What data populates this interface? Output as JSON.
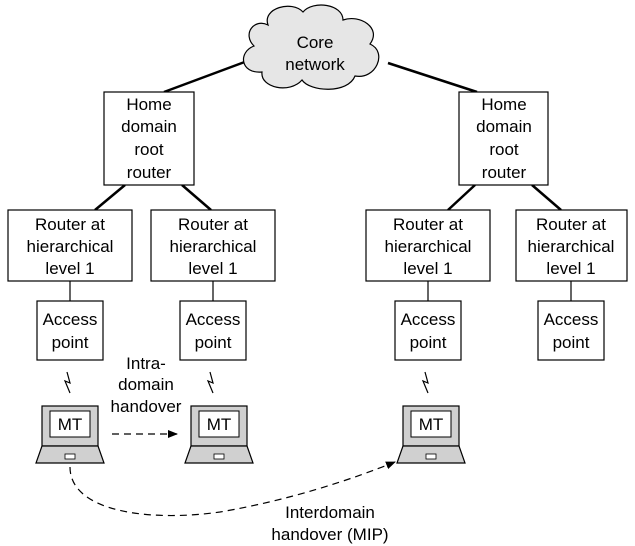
{
  "core": {
    "lines": [
      "Core",
      "network"
    ]
  },
  "home_routers": [
    {
      "lines": [
        "Home",
        "domain",
        "root",
        "router"
      ]
    },
    {
      "lines": [
        "Home",
        "domain",
        "root",
        "router"
      ]
    }
  ],
  "level1_routers": [
    {
      "lines": [
        "Router at",
        "hierarchical",
        "level 1"
      ]
    },
    {
      "lines": [
        "Router at",
        "hierarchical",
        "level 1"
      ]
    },
    {
      "lines": [
        "Router at",
        "hierarchical",
        "level 1"
      ]
    },
    {
      "lines": [
        "Router at",
        "hierarchical",
        "level 1"
      ]
    }
  ],
  "access_points": [
    {
      "lines": [
        "Access",
        "point"
      ]
    },
    {
      "lines": [
        "Access",
        "point"
      ]
    },
    {
      "lines": [
        "Access",
        "point"
      ]
    },
    {
      "lines": [
        "Access",
        "point"
      ]
    }
  ],
  "terminals": [
    {
      "label": "MT"
    },
    {
      "label": "MT"
    },
    {
      "label": "MT"
    }
  ],
  "handovers": {
    "intra": {
      "lines": [
        "Intra-",
        "domain",
        "handover"
      ]
    },
    "inter": {
      "lines": [
        "Interdomain",
        "handover (MIP)"
      ]
    }
  },
  "colors": {
    "cloud_fill": "#e6e6e6",
    "laptop_fill": "#d0d0d0",
    "stroke": "#000000"
  }
}
